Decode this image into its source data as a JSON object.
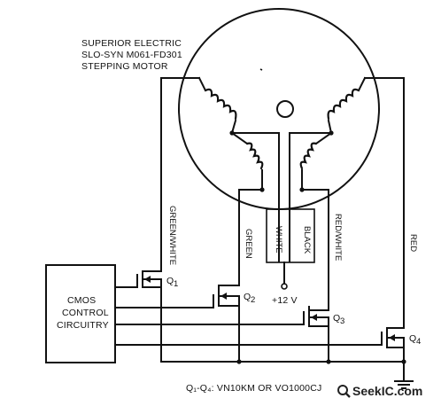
{
  "motor": {
    "label_line1": "SUPERIOR ELECTRIC",
    "label_line2": "SLO-SYN M061-FD301",
    "label_line3": "STEPPING MOTOR"
  },
  "wires": {
    "green_white": "GREEN/WHITE",
    "green": "GREEN",
    "white": "WHITE",
    "black": "BLACK",
    "red_white": "RED/WHITE",
    "red": "RED"
  },
  "supply": "+12 V",
  "controller": {
    "line1": "CMOS",
    "line2": "CONTROL",
    "line3": "CIRCUITRY"
  },
  "transistors": {
    "q1": "Q",
    "q1_sub": "1",
    "q2": "Q",
    "q2_sub": "2",
    "q3": "Q",
    "q3_sub": "3",
    "q4": "Q",
    "q4_sub": "4"
  },
  "footnote": "Q₁-Q₄: VN10KM OR VO1000CJ",
  "watermark": "SeekIC.com",
  "watermark_icon": "magnifier-icon"
}
